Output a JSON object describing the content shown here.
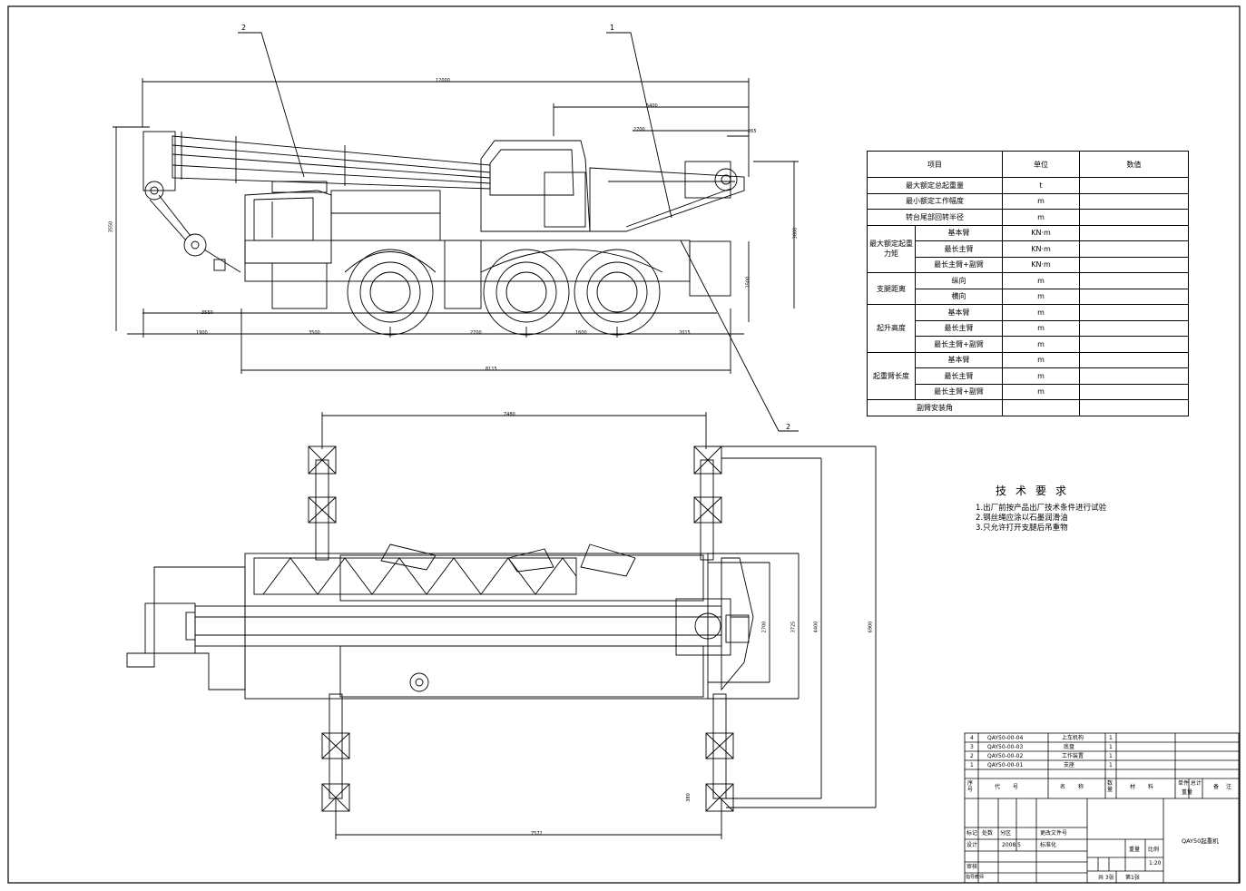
{
  "balloons": {
    "b1": "1",
    "b2": "2",
    "b3": "2"
  },
  "dimensions": {
    "overall_length": "12000",
    "top_span": "5400",
    "cab_span": "2700",
    "small": "265",
    "overall_height": "3550",
    "left_height": "3800",
    "wheel_height": "1500",
    "front_overhang_a": "3550",
    "front_overhang_b": "1900",
    "wheel_base_1": "3500",
    "wheel_base_2": "2700",
    "wheel_base_3": "1600",
    "rear_overhang": "2015",
    "chassis_length": "8115",
    "outrigger_span_long": "7480",
    "outrigger_span_cross": "7572",
    "width_a": "2700",
    "width_b": "3725",
    "width_c": "4400",
    "width_d": "6900",
    "small_b": "380"
  },
  "params_table": {
    "header": {
      "item": "项目",
      "unit": "单位",
      "value": "数值"
    },
    "rows": [
      {
        "group": "",
        "item": "最大额定总起重量",
        "unit": "t"
      },
      {
        "group": "",
        "item": "最小额定工作幅度",
        "unit": "m"
      },
      {
        "group": "",
        "item": "转台尾部回转半径",
        "unit": "m"
      },
      {
        "group": "最大额定起重力矩",
        "item": "基本臂",
        "unit": "KN·m"
      },
      {
        "group": "",
        "item": "最长主臂",
        "unit": "KN·m"
      },
      {
        "group": "",
        "item": "最长主臂+副臂",
        "unit": "KN·m"
      },
      {
        "group": "支腿距离",
        "item": "纵向",
        "unit": "m"
      },
      {
        "group": "",
        "item": "横向",
        "unit": "m"
      },
      {
        "group": "起升高度",
        "item": "基本臂",
        "unit": "m"
      },
      {
        "group": "",
        "item": "最长主臂",
        "unit": "m"
      },
      {
        "group": "",
        "item": "最长主臂+副臂",
        "unit": "m"
      },
      {
        "group": "起重臂长度",
        "item": "基本臂",
        "unit": "m"
      },
      {
        "group": "",
        "item": "最长主臂",
        "unit": "m"
      },
      {
        "group": "",
        "item": "最长主臂+副臂",
        "unit": "m"
      },
      {
        "group": "",
        "item": "副臂安装角",
        "unit": ""
      }
    ]
  },
  "tech_notes": {
    "title": "技术要求",
    "items": [
      "1.出厂前按产品出厂技术条件进行试验",
      "2.钢丝绳应涂以石墨润滑油",
      "3.只允许打开支腿后吊重物"
    ]
  },
  "bom": [
    {
      "no": "4",
      "code": "QAY50-00-04",
      "name": "上车机构",
      "qty": "1"
    },
    {
      "no": "3",
      "code": "QAY50-00-03",
      "name": "底盘",
      "qty": "1"
    },
    {
      "no": "2",
      "code": "QAY50-00-02",
      "name": "工作装置",
      "qty": "1"
    },
    {
      "no": "1",
      "code": "QAY50-00-01",
      "name": "支座",
      "qty": "1"
    }
  ],
  "bom_header": {
    "no": "序号",
    "code": "代号",
    "name": "名称",
    "qty": "数量",
    "material": "材料",
    "unit_total": "单件 总计",
    "weight": "重量",
    "remark": "备注"
  },
  "title_block": {
    "mark": "标记",
    "count": "处数",
    "zone": "分区",
    "doc": "更改文件号",
    "design": "设计",
    "date": "2008.5",
    "standard": "标准化",
    "review": "审核",
    "craft": "指导教师",
    "weight": "重量",
    "scale": "比例",
    "scale_value": "1:20",
    "sheets": "共 3张",
    "sheet_no": "第1张",
    "drawing_name": "QAY50起重机"
  }
}
